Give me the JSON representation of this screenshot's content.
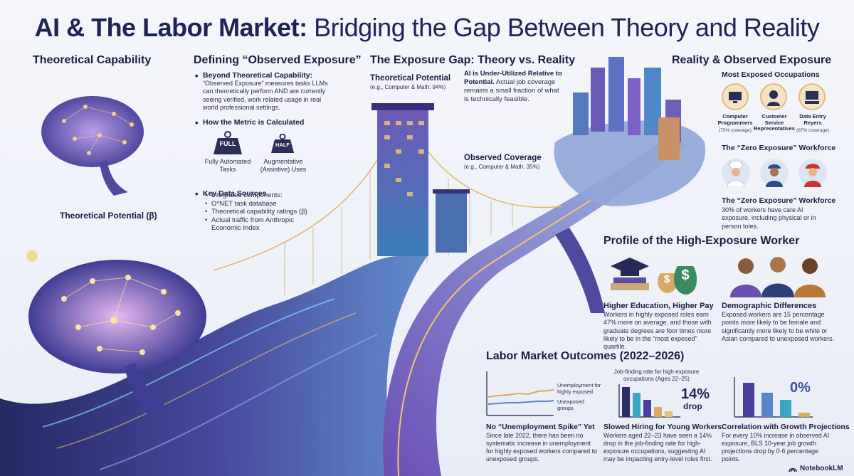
{
  "title": {
    "bold": "AI & The Labor Market:",
    "light": " Bridging the Gap Between Theory and Reality"
  },
  "theoretical": {
    "heading": "Theoretical Capability",
    "caption": "Theoretical Potential (β)"
  },
  "defining": {
    "heading": "Defining “Observed Exposure”",
    "beyond_title": "Beyond Theoretical Capability:",
    "beyond_text": "“Observed Exposure” measures tasks LLMs can theoretically perform AND are currently seeing verified, work related usage in real world professional settings.",
    "how_title": "How the Metric is Calculated",
    "full_badge": "FULL",
    "half_badge": "HALF",
    "full_label": "Fully Automated Tasks",
    "half_label": "Augmentative (Assistive) Uses",
    "sources_title": "Key Data Sources",
    "sources": [
      "Integrated components:",
      "O*NET task database",
      "Theoretical capability ratings (β)",
      "Actual traffic from Anthropic Economic Index"
    ]
  },
  "gap": {
    "heading": "The Exposure Gap: Theory vs. Reality",
    "theoretical_title": "Theoretical Potential",
    "theoretical_sub": "(e.g., Computer & Math: 94%)",
    "underutilized_bold": "AI is Under-Utilized Relative to Potential.",
    "underutilized_text": " Actual job coverage remains a small fraction of what is technically feasible.",
    "observed_title": "Observed Coverage",
    "observed_sub": "(e.g., Computer & Math: 35%)"
  },
  "reality": {
    "heading": "Reality & Observed Exposure",
    "most_exposed_title": "Most Exposed Occupations",
    "occupations": [
      {
        "name": "Computer Programmers",
        "coverage": "(75% coverage)",
        "icon": "monitor-icon"
      },
      {
        "name": "Customer Service Representatives",
        "coverage": "",
        "icon": "headset-icon"
      },
      {
        "name": "Data Entry Reyers",
        "coverage": "(67% coverage)",
        "icon": "keyboard-icon"
      }
    ],
    "zero_title": "The “Zero Exposure” Workforce",
    "zero_workers": [
      "chef-icon",
      "mechanic-icon",
      "firefighter-icon"
    ],
    "zero_title2": "The “Zero Exposure” Workforce",
    "zero_text": "30% of workers have care AI exposure, including physical or in person toles."
  },
  "profile": {
    "heading": "Profile of the High-Exposure Worker",
    "edu_title": "Higher Education, Higher Pay",
    "edu_text": "Workers in highly exposed roles earn 47% more on average, and those with graduate degrees are foor times more likely to be in the “most exposed” quartile.",
    "demo_title": "Demographic Differences",
    "demo_text": "Exposed workers are 15 percentage points more likely to be female and significantly more likely to be white or Asian compared to unexposed workers.",
    "dollar_sign": "$"
  },
  "outcomes": {
    "heading": "Labor Market Outcomes (2022–2026)",
    "unemp_legend_1": "Unemployment for highly exposed",
    "unemp_legend_2": "Unexposed groups",
    "unemp_title": "No “Unemployment Spike” Yet",
    "unemp_text": "Since late 2022, there has been no systematic increase in unemployment for highly exposed workers compared to unexposed groups.",
    "hiring_chart_title": "Job-finding rate for high-exposure occupations (Ages 22–25)",
    "hiring_pct": "14%",
    "hiring_drop": "drop",
    "hiring_title": "Slowed Hiring for Young Workers",
    "hiring_text": "Workers aged 22–23 have seen a 14% drop in the job-finding rate for high-exposure occupations, suggesting AI may be impacting entry-level roles first.",
    "growth_pct": "0%",
    "growth_title": "Correlation with Growth Projections",
    "growth_text": "For every 10% increase in observed AI exposure, BLS 10-year job growth projections drop by 0·6 percentage points."
  },
  "footer": {
    "brand": "NotebookLM"
  },
  "colors": {
    "navy": "#1f2357",
    "purple": "#4b3a8f",
    "gold": "#d6a65a",
    "teal": "#3aa6c2"
  }
}
